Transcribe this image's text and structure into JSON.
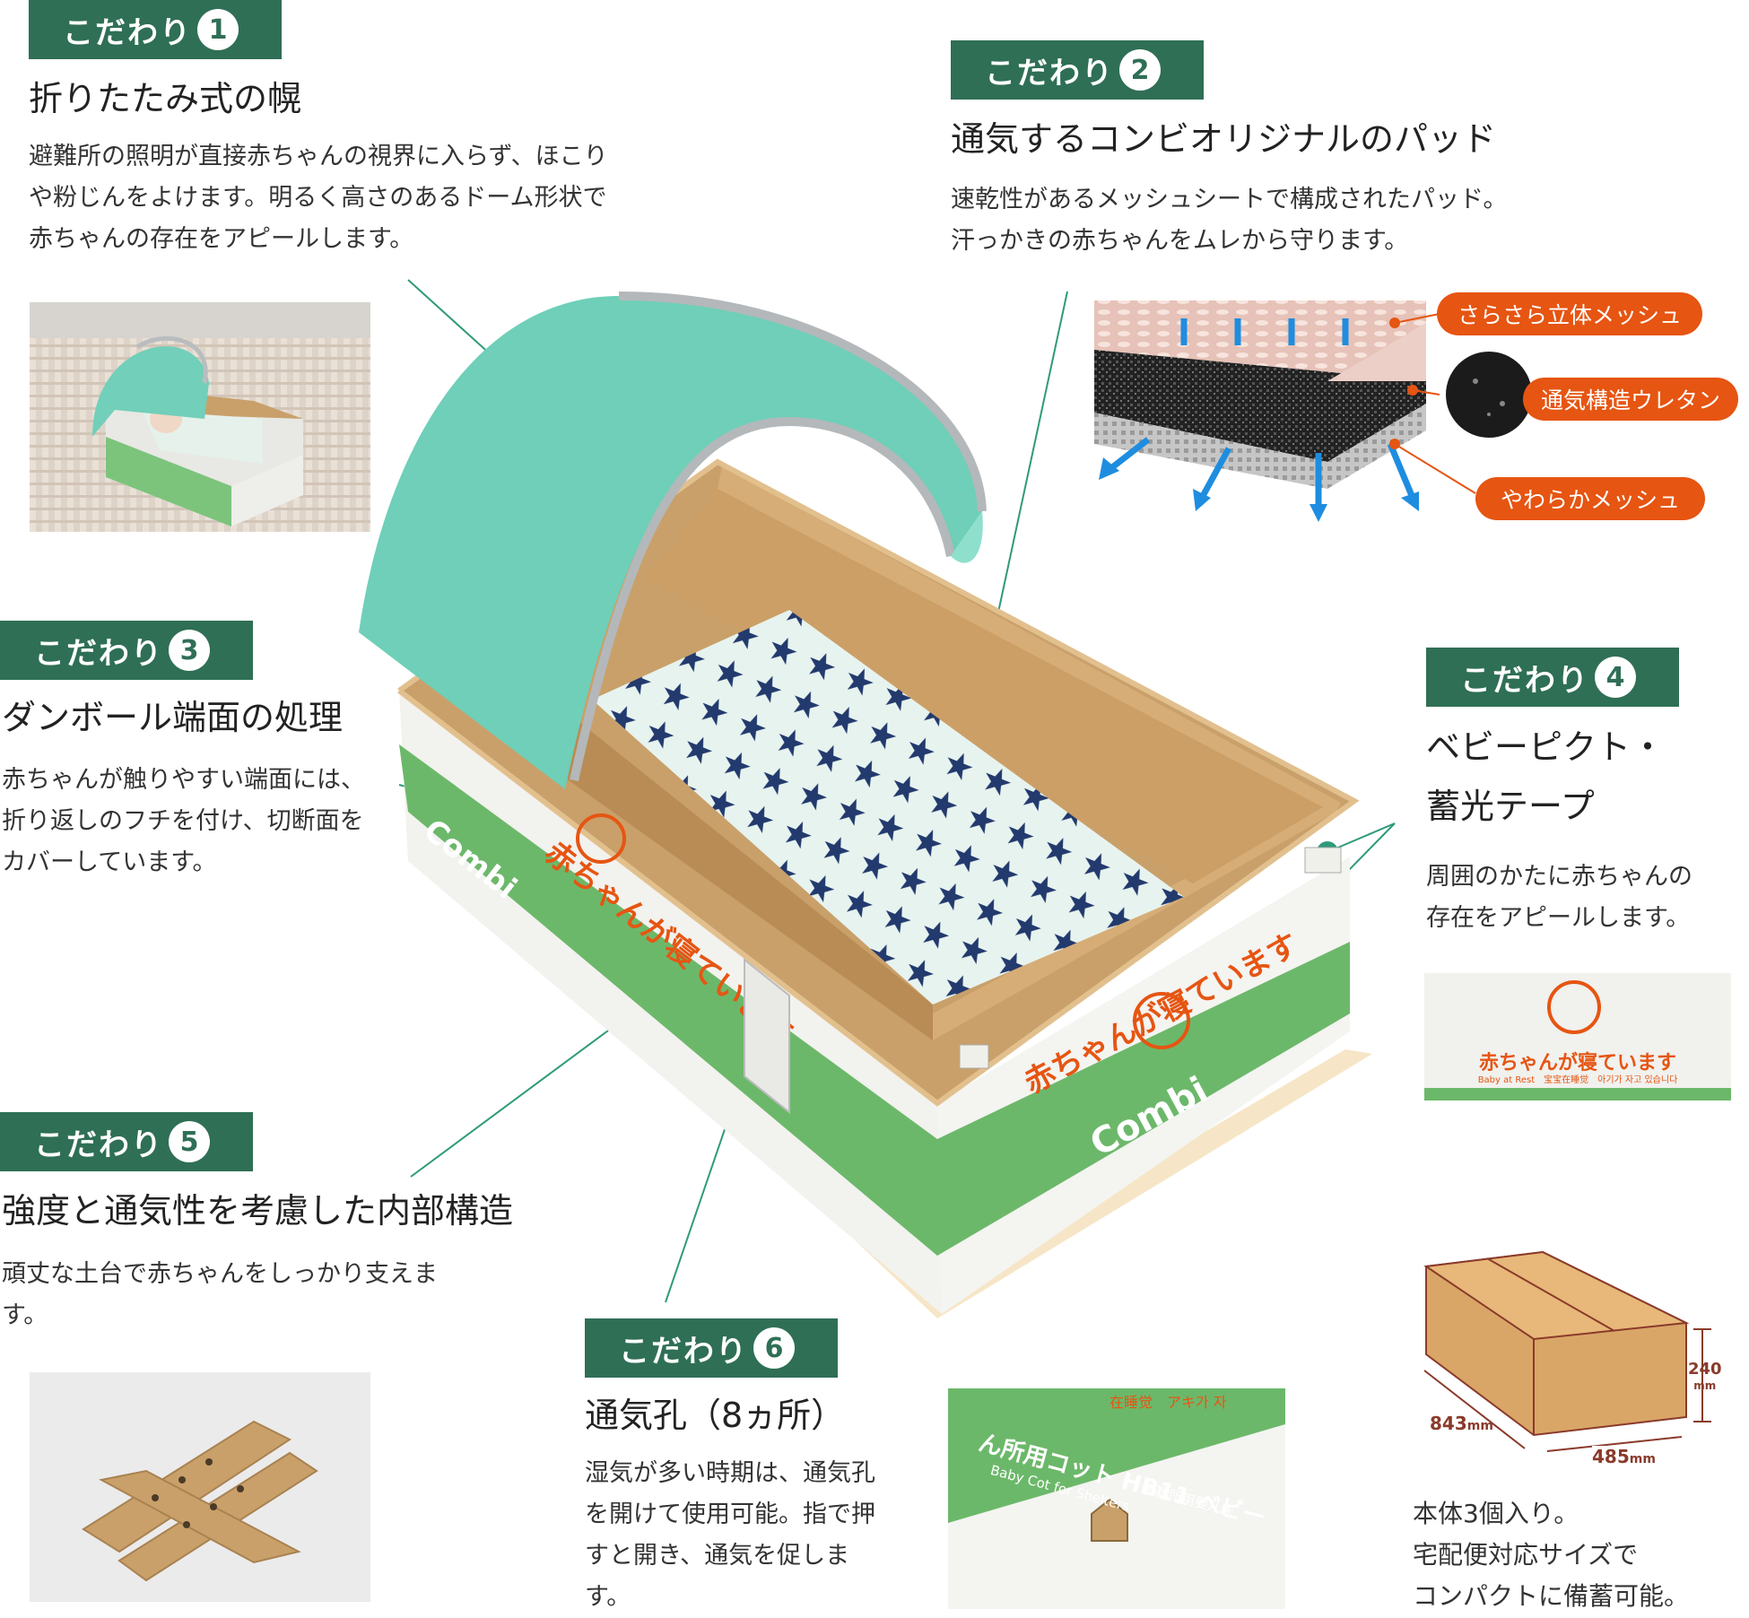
{
  "points": [
    {
      "label": "こだわり",
      "num": "1",
      "heading": "折りたたみ式の幌",
      "body": [
        "避難所の照明が直接赤ちゃんの視界に入らず、ほこり",
        "や粉じんをよけます。明るく高さのあるドーム形状で",
        "赤ちゃんの存在をアピールします。"
      ]
    },
    {
      "label": "こだわり",
      "num": "2",
      "heading": "通気するコンビオリジナルのパッド",
      "body": [
        "速乾性があるメッシュシートで構成されたパッド。",
        "汗っかきの赤ちゃんをムレから守ります。"
      ]
    },
    {
      "label": "こだわり",
      "num": "3",
      "heading": "ダンボール端面の処理",
      "body": [
        "赤ちゃんが触りやすい端面には、",
        "折り返しのフチを付け、切断面を",
        "カバーしています。"
      ]
    },
    {
      "label": "こだわり",
      "num": "4",
      "heading": [
        "ベビーピクト・",
        "蓄光テープ"
      ],
      "body": [
        "周囲のかたに赤ちゃんの",
        "存在をアピールします。"
      ]
    },
    {
      "label": "こだわり",
      "num": "5",
      "heading": "強度と通気性を考慮した内部構造",
      "body": [
        "頑丈な土台で赤ちゃんをしっかり支えま",
        "す。"
      ]
    },
    {
      "label": "こだわり",
      "num": "6",
      "heading": "通気孔（8ヵ所）",
      "body": [
        "湿気が多い時期は、通気孔",
        "を開けて使用可能。指で押",
        "すと開き、通気を促しま",
        "す。"
      ]
    }
  ],
  "mesh_labels": [
    "さらさら立体メッシュ",
    "通気構造ウレタン",
    "やわらかメッシュ"
  ],
  "packing": {
    "dims": {
      "height": "240",
      "depth": "843",
      "width": "485",
      "unit": "mm"
    },
    "text": [
      "本体3個入り。",
      "宅配便対応サイズで",
      "コンパクトに備蓄可能。"
    ]
  },
  "product_print": {
    "brand": "Combi",
    "sign": "赤ちゃんが寝ています",
    "sign_sub": "Baby at Rest　宝宝在睡觉　아기가 자고 있습니다",
    "side_text_1": "ん所用コット HB11 ベビー",
    "side_text_2": "Baby Cot for Shelters",
    "side_text_3": "避難所用嬰儿床",
    "side_text_4": "在睡觉　アキ가 자"
  },
  "colors": {
    "accent": "#2f6f56",
    "pill": "#e65512",
    "canopy": "#6fcfb8",
    "box_green": "#6cb86a",
    "cardboard": "#c9a06a"
  }
}
